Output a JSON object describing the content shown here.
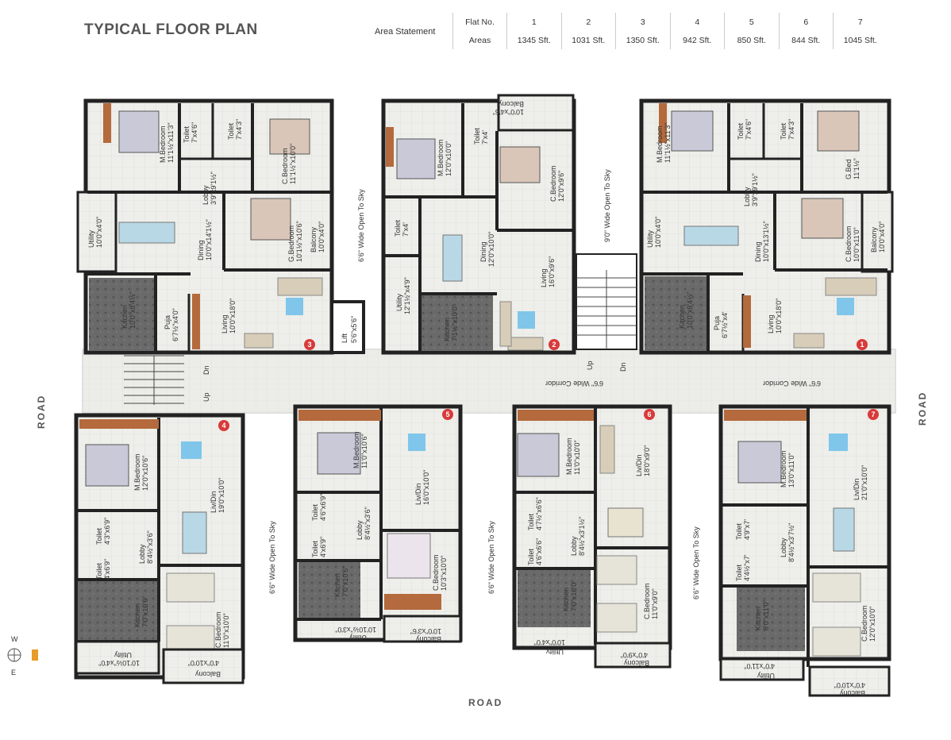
{
  "title": "TYPICAL FLOOR PLAN",
  "area_statement": {
    "label": "Area Statement",
    "header_label": "Flat No.",
    "areas_label": "Areas",
    "flats": [
      {
        "no": "1",
        "area": "1345 Sft."
      },
      {
        "no": "2",
        "area": "1031 Sft."
      },
      {
        "no": "3",
        "area": "1350 Sft."
      },
      {
        "no": "4",
        "area": "942 Sft."
      },
      {
        "no": "5",
        "area": "850 Sft."
      },
      {
        "no": "6",
        "area": "844 Sft."
      },
      {
        "no": "7",
        "area": "1045 Sft."
      }
    ]
  },
  "roads": {
    "left": "ROAD",
    "right": "ROAD",
    "bottom": "ROAD"
  },
  "corridor": {
    "left": "6'6\" Wide Corridor",
    "right": "6'6\" Wide Corridor"
  },
  "sky": {
    "s1": "6'6\" Wide Open To Sky",
    "s2": "9'0\" Wide Open To Sky",
    "s3": "6'6\" Wide Open To Sky",
    "s4": "6'6\" Wide Open To Sky",
    "s5": "6'6\" Wide Open To Sky"
  },
  "stairs": {
    "up": "Up",
    "dn": "Dn"
  },
  "compass": {
    "w": "W",
    "e": "E"
  },
  "lift": {
    "name": "Lift",
    "size": "5'6\"x5'6\""
  },
  "flat3": {
    "mbed": {
      "name": "M.Bedroom",
      "size": "11'1½\"x11'3\""
    },
    "toilet1": {
      "name": "Toilet",
      "size": "7'x4'6\""
    },
    "toilet2": {
      "name": "Toilet",
      "size": "7'x4'3\""
    },
    "cbed": {
      "name": "C.Bedroom",
      "size": "11'1½\"x10'0\""
    },
    "lobby": {
      "name": "Lobby",
      "size": "3'9\"x9'1½\""
    },
    "utility": {
      "name": "Utility",
      "size": "10'0\"x4'0\""
    },
    "dining": {
      "name": "Dining",
      "size": "10'0\"x14'1½\""
    },
    "gbed": {
      "name": "G.Bedroom",
      "size": "10'1½\"x10'6\""
    },
    "balcony": {
      "name": "Balcony",
      "size": "10'0\"x4'0\""
    },
    "kitchen": {
      "name": "Kitchen",
      "size": "10'0\"x8'4½\""
    },
    "puja": {
      "name": "Puja",
      "size": "6'7½\"x4'0\""
    },
    "living": {
      "name": "Living",
      "size": "10'0\"x18'0\""
    }
  },
  "flat2": {
    "balcony": {
      "name": "Balcony",
      "size": "10'0\"x4'6\""
    },
    "mbed": {
      "name": "M.Bedroom",
      "size": "12'0\"x10'0\""
    },
    "toilet1": {
      "name": "Toilet",
      "size": "7'x4'"
    },
    "cbed": {
      "name": "C.Bedroom",
      "size": "12'0\"x9'6\""
    },
    "toilet2": {
      "name": "Toilet",
      "size": "7'x4'"
    },
    "dining": {
      "name": "Dining",
      "size": "12'0\"x10'0\""
    },
    "utility": {
      "name": "Utility",
      "size": "12'1½\"x4'9\""
    },
    "kitchen": {
      "name": "Kitchen",
      "size": "7'1½\"x10'0\""
    },
    "living": {
      "name": "Living",
      "size": "16'0\"x9'6\""
    }
  },
  "flat1": {
    "mbed": {
      "name": "M.Bedroom",
      "size": "11'1½\"x11'3\""
    },
    "toilet1": {
      "name": "Toilet",
      "size": "7'x4'6\""
    },
    "toilet2": {
      "name": "Toilet",
      "size": "7'x4'3\""
    },
    "gbed": {
      "name": "G.Bed",
      "size": "11'1½\""
    },
    "lobby": {
      "name": "Lobby",
      "size": "3'9\"x9'1½\""
    },
    "utility": {
      "name": "Utility",
      "size": "10'0\"x4'0\""
    },
    "dining": {
      "name": "Dining",
      "size": "10'0\"x13'1½\""
    },
    "cbed": {
      "name": "C.Bedroom",
      "size": "10'0\"x11'0\""
    },
    "balcony": {
      "name": "Balcony",
      "size": "10'0\"x4'0\""
    },
    "kitchen": {
      "name": "Kitchen",
      "size": "10'0\"x8'4½\""
    },
    "puja": {
      "name": "Puja",
      "size": "6'7½\"x4'"
    },
    "living": {
      "name": "Living",
      "size": "10'0\"x18'0\""
    }
  },
  "flat4": {
    "mbed": {
      "name": "M.Bedroom",
      "size": "12'0\"x10'6\""
    },
    "livdin": {
      "name": "Liv/Din",
      "size": "19'0\"x10'0\""
    },
    "toilet1": {
      "name": "Toilet",
      "size": "4'3\"x6'9\""
    },
    "toilet2": {
      "name": "Toilet",
      "size": "4'x6'9\""
    },
    "lobby": {
      "name": "Lobby",
      "size": "8'4½\"x3'6\""
    },
    "kitchen": {
      "name": "Kitchen",
      "size": "7'0\"x10'6\""
    },
    "cbed": {
      "name": "C.Bedroom",
      "size": "11'0\"x10'0\""
    },
    "utility": {
      "name": "Utility",
      "size": "10'10½\"x4'0\""
    },
    "balcony": {
      "name": "Balcony",
      "size": "4'0\"x10'0\""
    }
  },
  "flat5": {
    "mbed": {
      "name": "M.Bedroom",
      "size": "11'0\"x10'6\""
    },
    "livdin": {
      "name": "Liv/Din",
      "size": "16'0\"x10'0\""
    },
    "toilet1": {
      "name": "Toilet",
      "size": "4'6\"x6'9\""
    },
    "toilet2": {
      "name": "Toilet",
      "size": "4'x6'9\""
    },
    "lobby": {
      "name": "Lobby",
      "size": "8'4½\"x3'6\""
    },
    "kitchen": {
      "name": "Kitchen",
      "size": "7'0\"x10'6\""
    },
    "cbed": {
      "name": "C.Bedroom",
      "size": "10'3\"x10'0\""
    },
    "utility": {
      "name": "Utility",
      "size": "10'10½\"x3'0\""
    },
    "balcony": {
      "name": "Balcony",
      "size": "10'0\"x3'6\""
    }
  },
  "flat6": {
    "mbed": {
      "name": "M.Bedroom",
      "size": "11'0\"x10'0\""
    },
    "livdin": {
      "name": "Liv/Din",
      "size": "18'0\"x9'0\""
    },
    "toilet1": {
      "name": "Toilet",
      "size": "4'7½\"x6'6\""
    },
    "toilet2": {
      "name": "Toilet",
      "size": "4'6\"x6'6\""
    },
    "lobby": {
      "name": "Lobby",
      "size": "8'4½\"x3'1½\""
    },
    "kitchen": {
      "name": "Kitchen",
      "size": "7'0\"x10'0\""
    },
    "cbed": {
      "name": "C.Bedroom",
      "size": "11'0\"x9'0\""
    },
    "utility": {
      "name": "Utility",
      "size": "10'0\"x4'0\""
    },
    "balcony": {
      "name": "Balcony",
      "size": "4'0\"x9'0\""
    }
  },
  "flat7": {
    "mbed": {
      "name": "M.Bedroom",
      "size": "13'0\"x11'0\""
    },
    "livdin": {
      "name": "Liv/Din",
      "size": "21'0\"x10'0\""
    },
    "toilet1": {
      "name": "Toilet",
      "size": "4'9\"x7'"
    },
    "toilet2": {
      "name": "Toilet",
      "size": "4'4½\"x7'"
    },
    "lobby": {
      "name": "Lobby",
      "size": "8'4½\"x3'7½\""
    },
    "kitchen": {
      "name": "Kitchen",
      "size": "8'0\"x11'0\""
    },
    "cbed": {
      "name": "C.Bedroom",
      "size": "12'0\"x10'0\""
    },
    "utility": {
      "name": "Utility",
      "size": "4'0\"x11'0\""
    },
    "balcony": {
      "name": "Balcony",
      "size": "4'0\"x10'0\""
    }
  },
  "colors": {
    "wall": "#222222",
    "floor": "#eeeeea",
    "wood": "#b46a3c",
    "marker": "#d93a3a",
    "kitchen": "#5a5a5a"
  }
}
